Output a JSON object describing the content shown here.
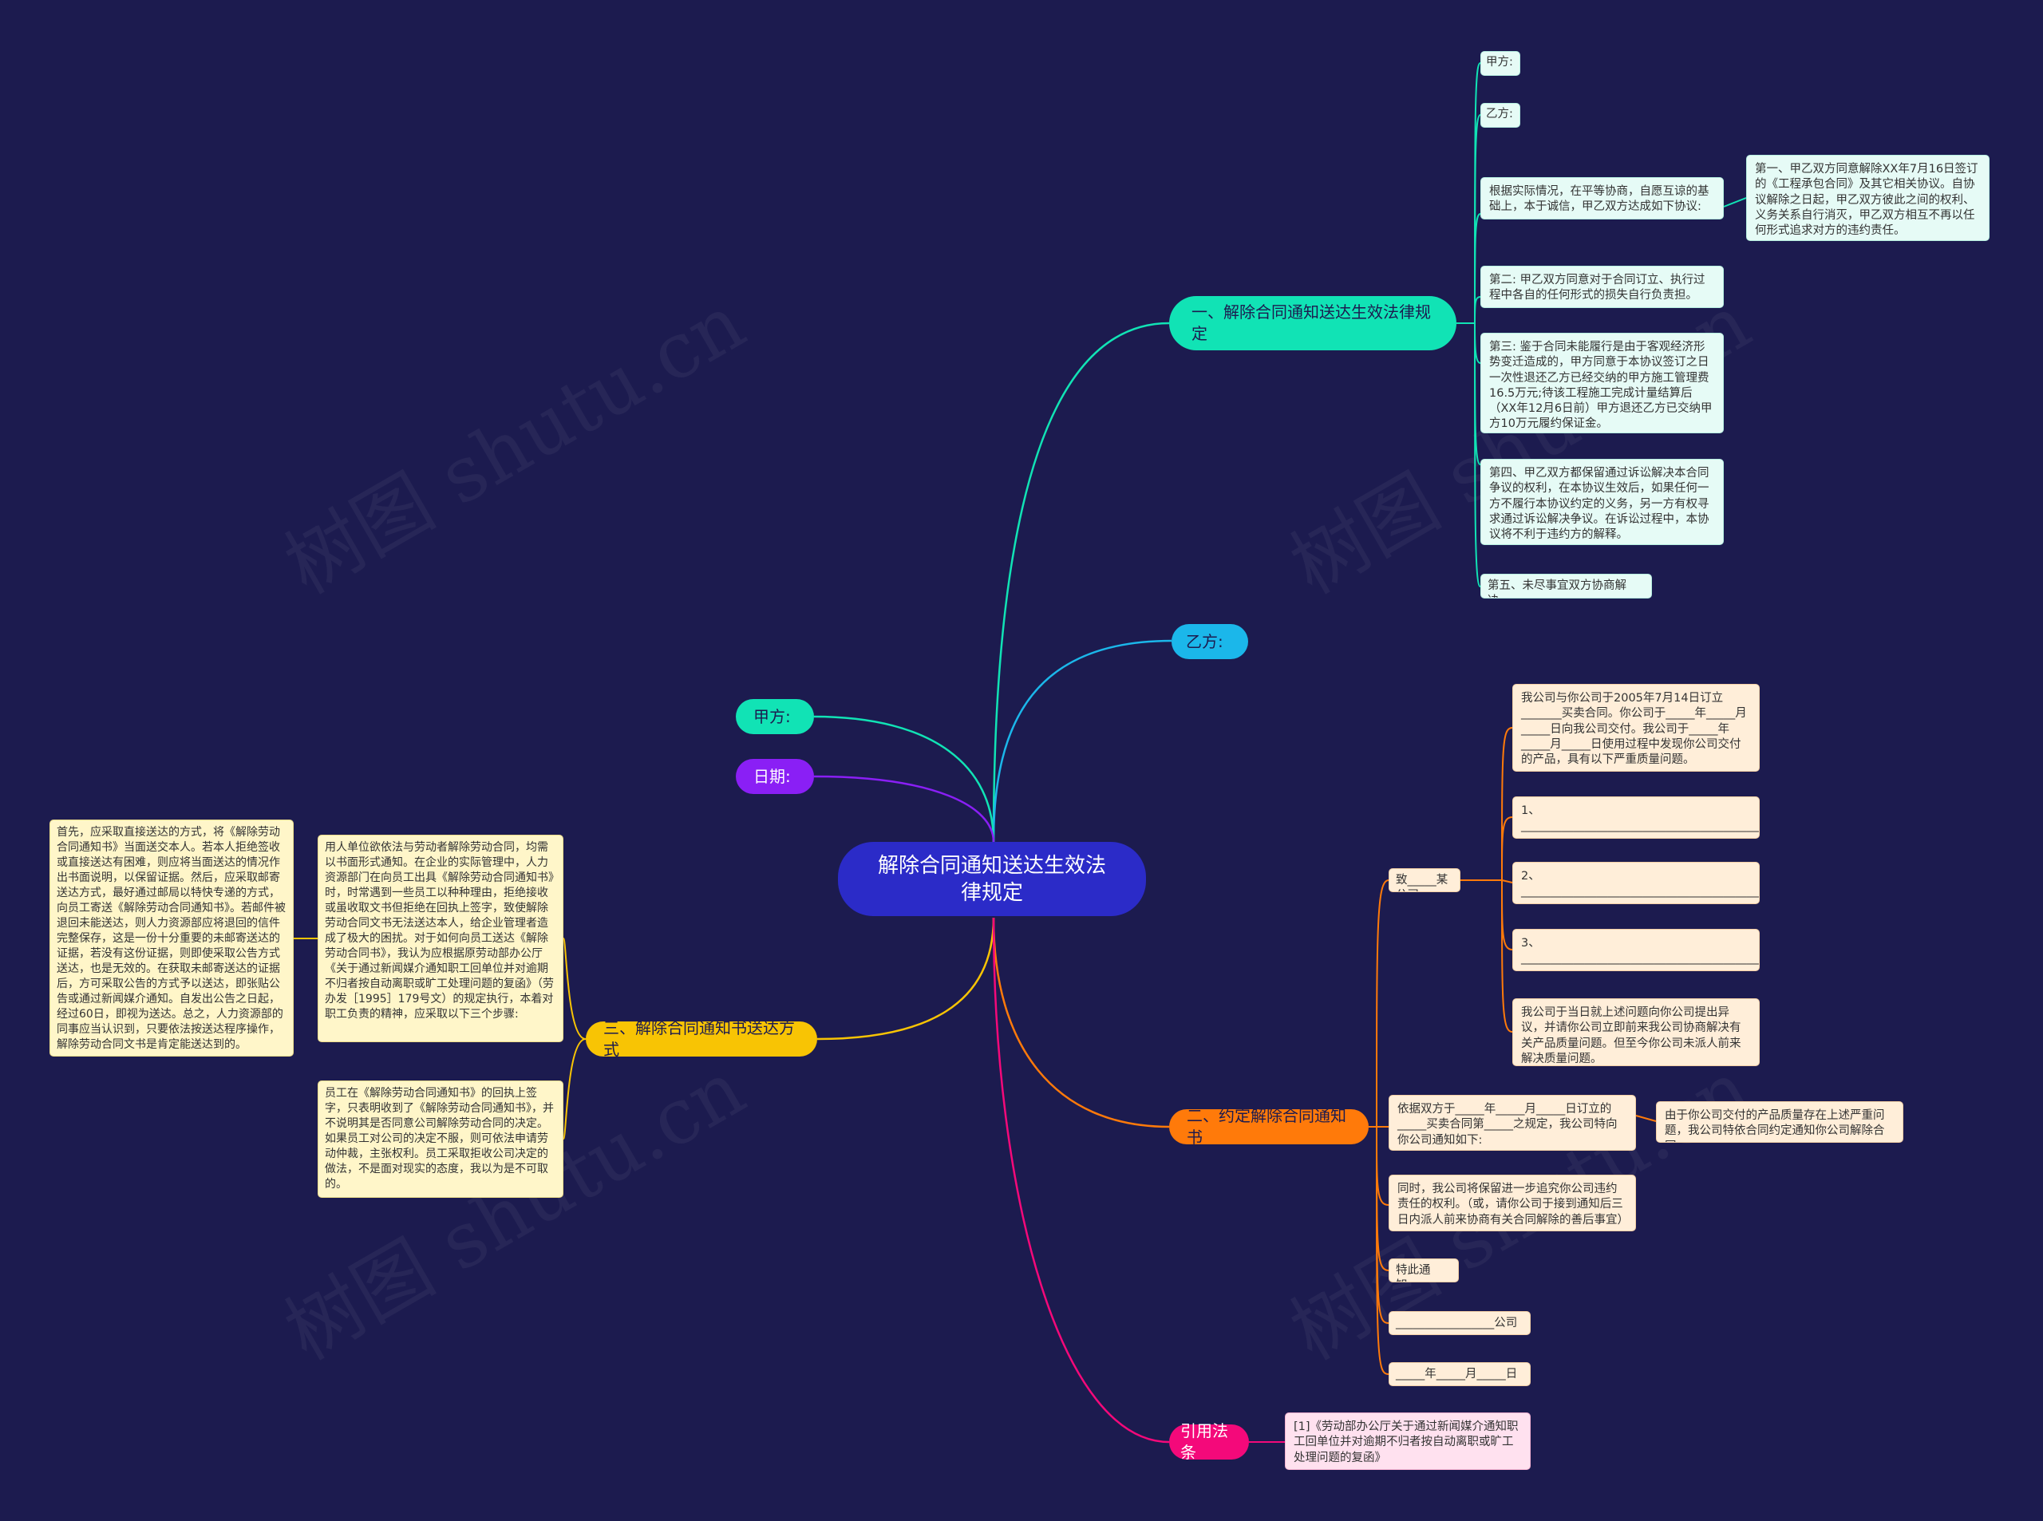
{
  "colors": {
    "background": "#1c1b4f",
    "root": "#2b2bc8",
    "branch1": "#11e3b5",
    "yifang": "#1bb7ea",
    "jiafang": "#11e3b5",
    "date": "#8a1ff5",
    "branch3": "#f8c404",
    "branch2": "#ff7a0a",
    "law": "#f4097a"
  },
  "watermark": "树图 shutu.cn",
  "root": {
    "label": "解除合同通知送达生效法律规定"
  },
  "branch1": {
    "label": "一、解除合同通知送达生效法律规定",
    "items": [
      "甲方:",
      "乙方:",
      "根据实际情况，在平等协商，自愿互谅的基础上，本于诚信，甲乙双方达成如下协议:",
      "第二: 甲乙双方同意对于合同订立、执行过程中各自的任何形式的损失自行负责担。",
      "第三: 鉴于合同未能履行是由于客观经济形势变迁造成的，甲方同意于本协议签订之日一次性退还乙方已经交纳的甲方施工管理费16.5万元;待该工程施工完成计量结算后（XX年12月6日前）甲方退还乙方已交纳甲方10万元履约保证金。",
      "第四、甲乙双方都保留通过诉讼解决本合同争议的权利，在本协议生效后，如果任何一方不履行本协议约定的义务，另一方有权寻求通过诉讼解决争议。在诉讼过程中，本协议将不利于违约方的解释。",
      "第五、未尽事宜双方协商解决。"
    ],
    "detail": "第一、甲乙双方同意解除XX年7月16日签订的《工程承包合同》及其它相关协议。自协议解除之日起，甲乙双方彼此之间的权利、义务关系自行消灭，甲乙双方相互不再以任何形式追求对方的违约责任。"
  },
  "yifang": {
    "label": "乙方:"
  },
  "jiafang": {
    "label": "甲方:"
  },
  "date": {
    "label": "日期:"
  },
  "branch3": {
    "label": "三、解除合同通知书送达方式",
    "card1": "用人单位欲依法与劳动者解除劳动合同，均需以书面形式通知。在企业的实际管理中，人力资源部门在向员工出具《解除劳动合同通知书》时，时常遇到一些员工以种种理由，拒绝接收或虽收取文书但拒绝在回执上签字，致使解除劳动合同文书无法送达本人，给企业管理者造成了极大的困扰。对于如何向员工送达《解除劳动合同书》，我认为应根据原劳动部办公厅《关于通过新闻媒介通知职工回单位并对逾期不归者按自动离职或旷工处理问题的复函》（劳办发［1995］179号文）的规定执行，本着对职工负责的精神，应采取以下三个步骤:",
    "card1_detail": "首先，应采取直接送达的方式，将《解除劳动合同通知书》当面送交本人。若本人拒绝签收或直接送达有困难，则应将当面送达的情况作出书面说明，以保留证据。然后，应采取邮寄送达方式，最好通过邮局以特快专递的方式，向员工寄送《解除劳动合同通知书》。若邮件被退回未能送达，则人力资源部应将退回的信件完整保存，这是一份十分重要的未邮寄送达的证据，若没有这份证据，则即使采取公告方式送达，也是无效的。在获取未邮寄送达的证据后，方可采取公告的方式予以送达，即张贴公告或通过新闻媒介通知。自发出公告之日起，经过60日，即视为送达。总之，人力资源部的同事应当认识到，只要依法按送达程序操作，解除劳动合同文书是肯定能送达到的。",
    "card2": "员工在《解除劳动合同通知书》的回执上签字，只表明收到了《解除劳动合同通知书》，并不说明其是否同意公司解除劳动合同的决定。如果员工对公司的决定不服，则可依法申请劳动仲裁，主张权利。员工采取拒收公司决定的做法，不是面对现实的态度，我以为是不可取的。"
  },
  "branch2": {
    "label": "二、约定解除合同通知书",
    "zhi": "致_____某公司:",
    "zhi_items": [
      "我公司与你公司于2005年7月14日订立_______买卖合同。你公司于_____年_____月_____日向我公司交付。我公司于_____年_____月_____日使用过程中发现你公司交付的产品，具有以下严重质量问题。",
      "1、_____________________________________________",
      "2、_____________________________________________",
      "3、_____________________________________________",
      "我公司于当日就上述问题向你公司提出异议，并请你公司立即前来我公司协商解决有关产品质量问题。但至今你公司未派人前来解决质量问题。"
    ],
    "basis": "依据双方于_____年_____月_____日订立的_____买卖合同第_____之规定，我公司特向你公司通知如下:",
    "basis_detail": "由于你公司交付的产品质量存在上述严重问题，我公司特依合同约定通知你公司解除合同。",
    "meanwhile": "同时，我公司将保留进一步追究你公司违约责任的权利。（或，请你公司于接到通知后三日内派人前来协商有关合同解除的善后事宜）",
    "notice": "特此通知。",
    "company": "_________________公司",
    "date": "_____年_____月_____日"
  },
  "law": {
    "label": "引用法条",
    "ref": "[1]《劳动部办公厅关于通过新闻媒介通知职工回单位并对逾期不归者按自动离职或旷工处理问题的复函》"
  }
}
